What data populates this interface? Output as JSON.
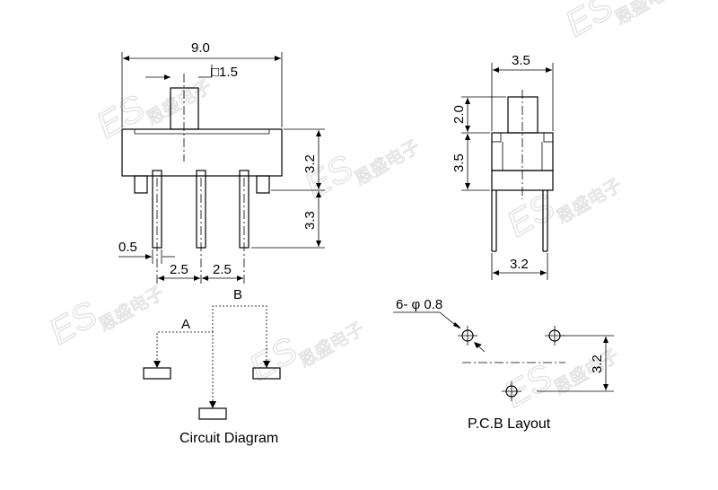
{
  "watermark": {
    "logo": "ES",
    "brand_cn": "恩盛电子"
  },
  "front_view": {
    "dim_width": "9.0",
    "dim_actuator": "□1.5",
    "dim_body_height": "3.2",
    "dim_pin_length": "3.3",
    "dim_pin_width": "0.5",
    "dim_pitch_left": "2.5",
    "dim_pitch_right": "2.5"
  },
  "side_view": {
    "dim_top_width": "3.5",
    "dim_actuator_height": "2.0",
    "dim_body_height": "3.5",
    "dim_bottom_width": "3.2"
  },
  "circuit": {
    "label_a": "A",
    "label_b": "B",
    "caption": "Circuit Diagram"
  },
  "pcb": {
    "hole_spec": "6- φ 0.8",
    "dim_row_spacing": "3.2",
    "caption": "P.C.B Layout"
  }
}
